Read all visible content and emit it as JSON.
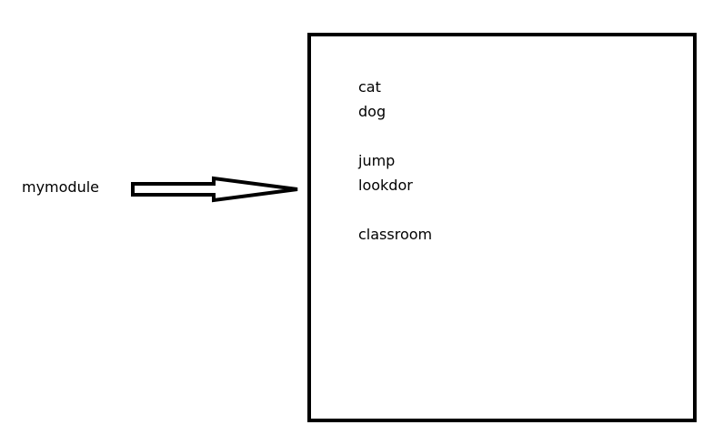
{
  "module_label": "mymodule",
  "arrow_icon": "hollow-right-arrow-icon",
  "box": {
    "items": [
      "cat",
      "dog",
      "jump",
      "lookdor",
      "classroom"
    ]
  },
  "colors": {
    "stroke": "#000000",
    "background": "#ffffff"
  }
}
